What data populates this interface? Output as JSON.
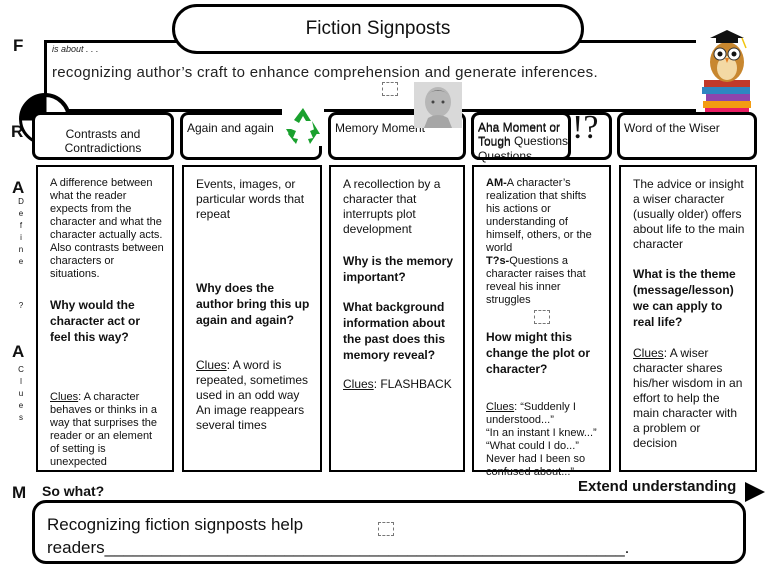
{
  "title": "Fiction Signposts",
  "letters": {
    "f": "F",
    "r": "R",
    "a1": "A",
    "a2": "A",
    "m": "M"
  },
  "define_letters": [
    "D",
    "e",
    "f",
    "i",
    "n",
    "e"
  ],
  "question_mark": "?",
  "clues_letters": [
    "C",
    "l",
    "u",
    "e",
    "s"
  ],
  "about": {
    "small_label": "is about . . .",
    "text": "recognizing author’s craft to enhance comprehension and generate inferences."
  },
  "headers": [
    "Contrasts and Contradictions",
    "Again and again",
    "Memory Moment",
    "Aha Moment or Tough Questions",
    "Word of the Wiser"
  ],
  "columns": {
    "contrasts": {
      "define": "A difference between what the reader expects from the character and what the character actually acts. Also contrasts between characters or situations.",
      "question": "Why would the character act or feel this way?",
      "clues_label": "Clues",
      "clues": ":  A character behaves or thinks in a way that surprises the reader or an element of setting is unexpected"
    },
    "again": {
      "define": "Events, images, or particular  words that repeat",
      "question": "Why does the author bring this up again and again?",
      "clues_label": "Clues",
      "clues": ":  A word is repeated, sometimes used in an odd way",
      "clues2": "An image reappears several times"
    },
    "memory": {
      "define": "A recollection by a character that interrupts plot development",
      "question1": "Why is the memory important?",
      "question2": "What background information about the past does this memory reveal?",
      "clues_label": "Clues",
      "clues": ": FLASHBACK"
    },
    "aha": {
      "am_label": "AM-",
      "am_text": "A character’s realization that shifts his actions or understanding of himself, others, or the world",
      "tq_label": "T?s-",
      "tq_text": "Questions a character raises that reveal his inner struggles",
      "question": "How might this change the plot or character?",
      "clues_label": "Clues",
      "clues_lines": [
        ": “Suddenly I understood...”",
        "“In an instant I knew...”",
        "“What could I do...”",
        "Never had I been so confused about...”"
      ]
    },
    "wiser": {
      "define": "The advice or insight a wiser character (usually older) offers about life to the main character",
      "question": "What is the theme (message/lesson) we can apply to real life?",
      "clues_label": "Clues",
      "clues": ": A wiser character shares his/her wisdom in an effort to help the main character with a problem or decision"
    }
  },
  "bottom": {
    "so_what": "So what?",
    "extend": "Extend understanding",
    "summary_line1": "Recognizing fiction signposts help",
    "summary_line2": "readers_______________________________________________________."
  },
  "icons": [
    "pie-chart-icon",
    "recycle-icon",
    "thinking-bust-icon",
    "exclamation-question-icon",
    "owl-books-icon",
    "arrow-right-icon"
  ],
  "colors": {
    "recycle": "#1aa12e",
    "border": "#000000"
  }
}
